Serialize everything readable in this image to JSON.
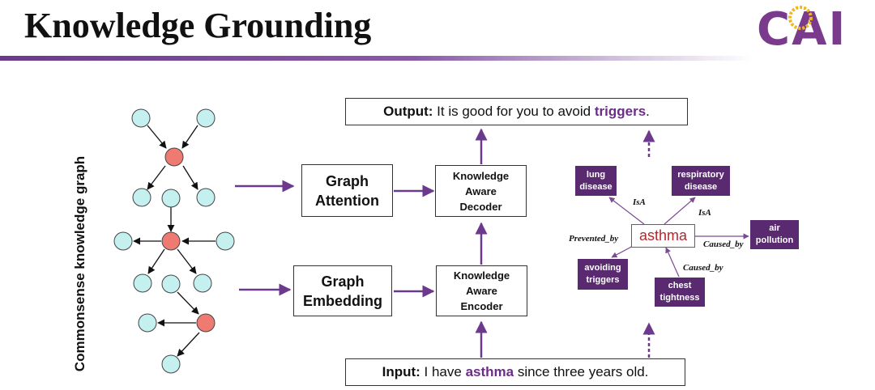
{
  "slide": {
    "title": "Knowledge Grounding",
    "logo_text": "CAI"
  },
  "graph_label": "Commonsense knowledge graph",
  "boxes": {
    "graph_attention_1": "Graph",
    "graph_attention_2": "Attention",
    "graph_embedding_1": "Graph",
    "graph_embedding_2": "Embedding",
    "decoder_1": "Knowledge",
    "decoder_2": "Aware",
    "decoder_3": "Decoder",
    "encoder_1": "Knowledge",
    "encoder_2": "Aware",
    "encoder_3": "Encoder"
  },
  "output": {
    "label": "Output:",
    "text_before": " It is good for you to avoid ",
    "highlight": "triggers",
    "text_after": "."
  },
  "input": {
    "label": "Input:",
    "text_before": " I have ",
    "highlight": "asthma",
    "text_after": " since three years old."
  },
  "kg": {
    "center": "asthma",
    "nodes": {
      "lung_1": "lung",
      "lung_2": "disease",
      "resp_1": "respiratory",
      "resp_2": "disease",
      "air_1": "air",
      "air_2": "pollution",
      "avoid_1": "avoiding",
      "avoid_2": "triggers",
      "chest_1": "chest",
      "chest_2": "tightness"
    },
    "relations": {
      "isa_left": "IsA",
      "isa_right": "IsA",
      "prevented_by": "Prevented_by",
      "caused_by_right": "Caused_by",
      "caused_by_bottom": "Caused_by"
    }
  },
  "colors": {
    "accent": "#6b3a8c",
    "node_fill": "#c4f0f0",
    "node_center": "#ef7a72",
    "kg_box": "#5a2a70",
    "highlight": "#6b2e86"
  }
}
